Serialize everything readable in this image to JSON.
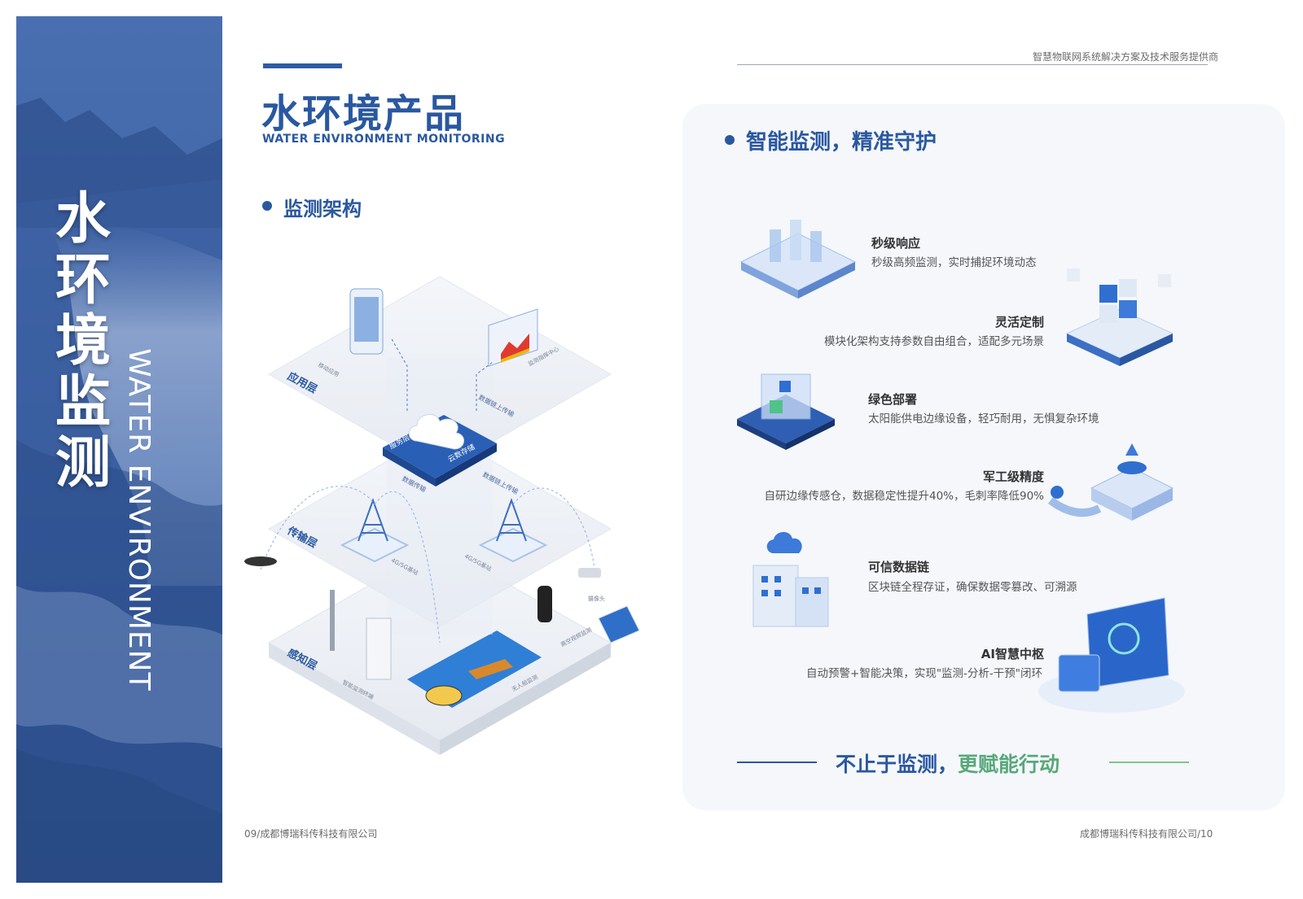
{
  "banner": {
    "title_chars": [
      "水",
      "环",
      "境",
      "监",
      "测"
    ],
    "subtitle_en": "WATER ENVIRONMENT"
  },
  "header": {
    "tagline": "智慧物联网系统解决方案及技术服务提供商"
  },
  "left_page": {
    "title": "水环境产品",
    "title_en": "WATER ENVIRONMENT MONITORING",
    "section": "监测架构",
    "diagram": {
      "layers": [
        "应用层",
        "传输层",
        "感知层"
      ],
      "cloud_labels": [
        "服务层",
        "云数存储"
      ],
      "arrows": [
        "数据链上传输",
        "数据传输",
        "数据链上传输"
      ],
      "tags": [
        "移动应用",
        "监测指挥中心",
        "4G/5G基站",
        "4G/5G基站",
        "智能监测终端",
        "无人船监测",
        "高空视频监测",
        "摄像头"
      ]
    },
    "footer": "09/成都博瑞科传科技有限公司"
  },
  "right_page": {
    "section": "智能监测，精准守护",
    "features": [
      {
        "title": "秒级响应",
        "desc": "秒级高频监测，实时捕捉环境动态",
        "icon": "server-stack-icon"
      },
      {
        "title": "灵活定制",
        "desc": "模块化架构支持参数自由组合，适配多元场景",
        "icon": "cube-modules-icon"
      },
      {
        "title": "绿色部署",
        "desc": "太阳能供电边缘设备，轻巧耐用，无惧复杂环境",
        "icon": "chip-icon"
      },
      {
        "title": "军工级精度",
        "desc": "自研边缘传感仓，数据稳定性提升40%，毛刺率降低90%",
        "icon": "sensor-platform-icon"
      },
      {
        "title": "可信数据链",
        "desc": "区块链全程存证，确保数据零篡改、可溯源",
        "icon": "cloud-building-icon"
      },
      {
        "title": "AI智慧中枢",
        "desc": "自动预警+智能决策，实现\"监测-分析-干预\"闭环",
        "icon": "ai-screen-icon"
      }
    ],
    "slogan_a": "不止于监测，",
    "slogan_b": "更赋能行动",
    "footer": "成都博瑞科传科技有限公司/10"
  },
  "colors": {
    "brand_blue": "#2a58a0",
    "banner_blue": "#3d64a8",
    "green_accent": "#58a87a",
    "panel_bg": "#f5f7fb"
  }
}
